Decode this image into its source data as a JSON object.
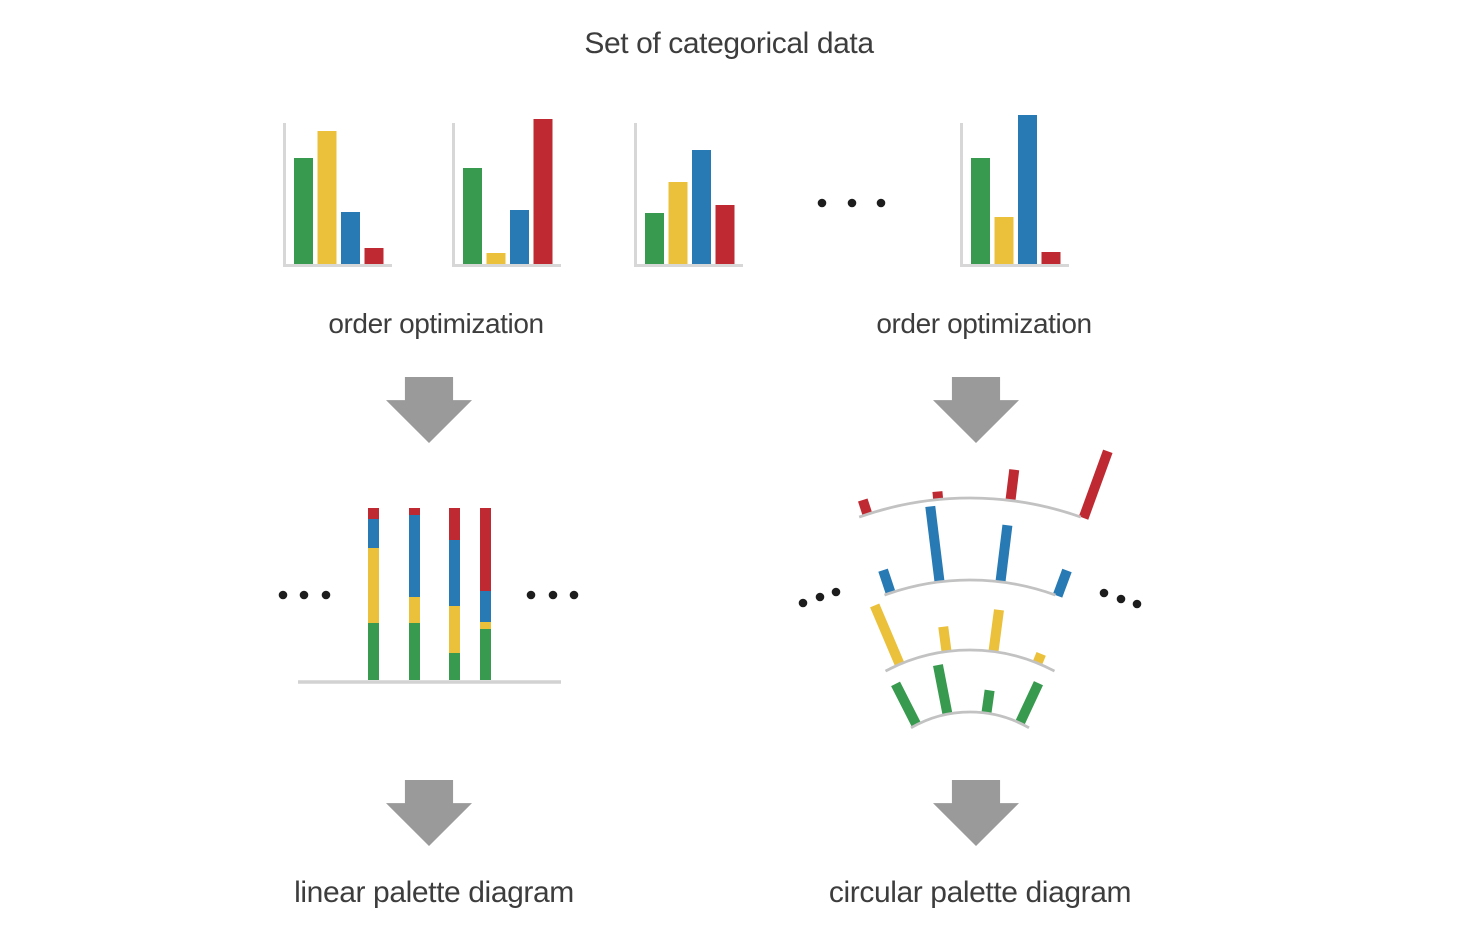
{
  "title": "Set of categorical data",
  "labels": {
    "order_optimization_left": "order optimization",
    "order_optimization_right": "order optimization",
    "linear_result": "linear palette diagram",
    "circular_result": "circular palette diagram"
  },
  "palette": {
    "green": "#389a4e",
    "yellow": "#ebc13c",
    "blue": "#287ab4",
    "red": "#bf2a32"
  },
  "colors": {
    "text": "#3d3d3d",
    "arrow": "#9a9a9a",
    "axis": "#d7d7d7",
    "baseline": "#d2d2d2",
    "arc": "#c2c2c2",
    "dot": "#1d1d1d",
    "background": "#ffffff"
  },
  "mini_charts": [
    {
      "bars": [
        {
          "color": "green",
          "height": 106
        },
        {
          "color": "yellow",
          "height": 133
        },
        {
          "color": "blue",
          "height": 52
        },
        {
          "color": "red",
          "height": 16
        }
      ]
    },
    {
      "bars": [
        {
          "color": "green",
          "height": 96
        },
        {
          "color": "yellow",
          "height": 11
        },
        {
          "color": "blue",
          "height": 54
        },
        {
          "color": "red",
          "height": 145
        }
      ]
    },
    {
      "bars": [
        {
          "color": "green",
          "height": 51
        },
        {
          "color": "yellow",
          "height": 82
        },
        {
          "color": "blue",
          "height": 114
        },
        {
          "color": "red",
          "height": 59
        }
      ]
    },
    {
      "bars": [
        {
          "color": "green",
          "height": 106
        },
        {
          "color": "yellow",
          "height": 47
        },
        {
          "color": "blue",
          "height": 149
        },
        {
          "color": "red",
          "height": 12
        }
      ]
    }
  ],
  "linear_diagram": {
    "total_height": 172,
    "stacks": [
      {
        "segments": [
          {
            "color": "green",
            "height": 57
          },
          {
            "color": "yellow",
            "height": 75
          },
          {
            "color": "blue",
            "height": 29
          },
          {
            "color": "red",
            "height": 11
          }
        ]
      },
      {
        "segments": [
          {
            "color": "green",
            "height": 57
          },
          {
            "color": "yellow",
            "height": 26
          },
          {
            "color": "blue",
            "height": 82
          },
          {
            "color": "red",
            "height": 7
          }
        ]
      },
      {
        "segments": [
          {
            "color": "green",
            "height": 27
          },
          {
            "color": "yellow",
            "height": 47
          },
          {
            "color": "blue",
            "height": 66
          },
          {
            "color": "red",
            "height": 32
          }
        ]
      },
      {
        "segments": [
          {
            "color": "green",
            "height": 51
          },
          {
            "color": "yellow",
            "height": 7
          },
          {
            "color": "blue",
            "height": 31
          },
          {
            "color": "red",
            "height": 83
          }
        ]
      }
    ]
  },
  "circular_diagram": {
    "rings": [
      {
        "color": "green",
        "radius": 118,
        "arc_start": -30,
        "arc_end": 30,
        "bars": [
          {
            "angle": -27,
            "length": 46
          },
          {
            "angle": -11,
            "length": 50
          },
          {
            "angle": 8,
            "length": 23
          },
          {
            "angle": 25,
            "length": 44
          }
        ]
      },
      {
        "color": "yellow",
        "radius": 180,
        "arc_start": -28,
        "arc_end": 28,
        "bars": [
          {
            "angle": -23,
            "length": 64
          },
          {
            "angle": -7.5,
            "length": 25
          },
          {
            "angle": 7.5,
            "length": 42
          },
          {
            "angle": 22,
            "length": 10
          }
        ]
      },
      {
        "color": "blue",
        "radius": 250,
        "arc_start": -20,
        "arc_end": 20,
        "bars": [
          {
            "angle": -18.5,
            "length": 24
          },
          {
            "angle": -7,
            "length": 76
          },
          {
            "angle": 7,
            "length": 57
          },
          {
            "angle": 20.5,
            "length": 27
          }
        ]
      },
      {
        "color": "red",
        "radius": 332,
        "arc_start": -19.5,
        "arc_end": 19.5,
        "bars": [
          {
            "angle": -18,
            "length": 15
          },
          {
            "angle": -5.5,
            "length": 8
          },
          {
            "angle": 7,
            "length": 31
          },
          {
            "angle": 20,
            "length": 71
          }
        ]
      }
    ]
  }
}
